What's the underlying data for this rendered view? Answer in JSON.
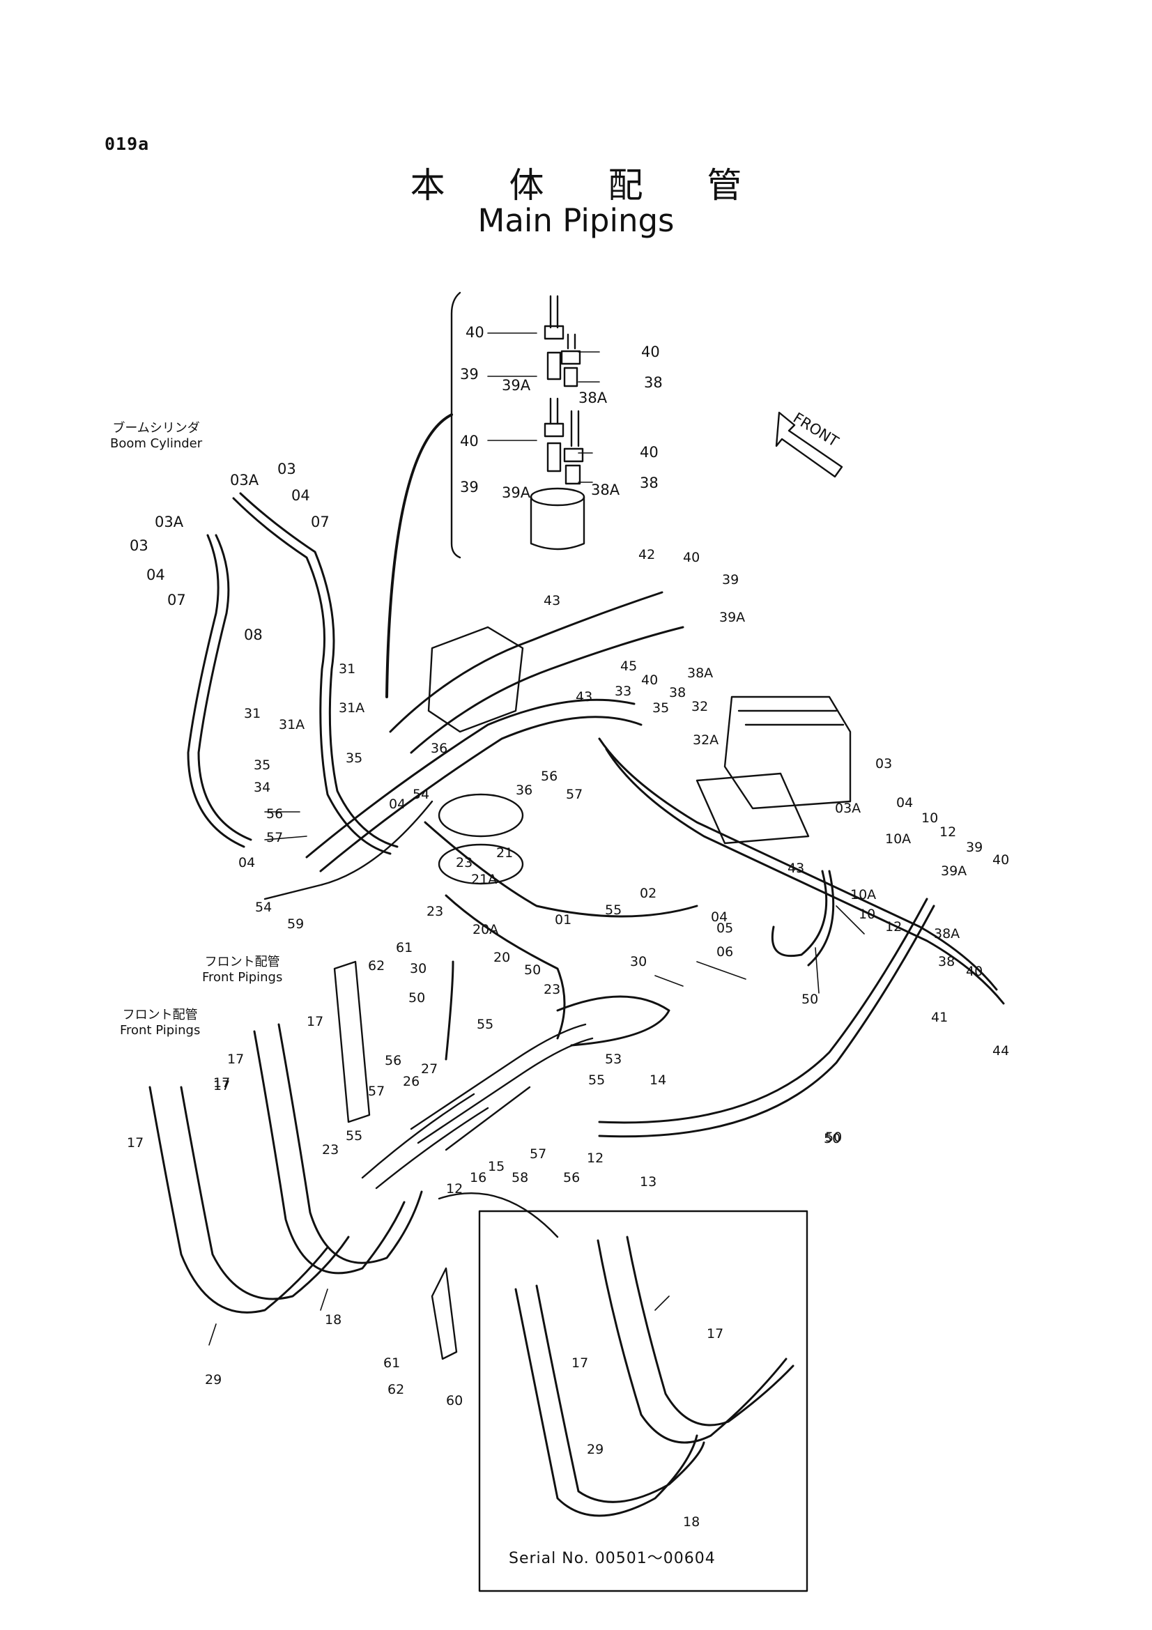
{
  "page_id": "019a",
  "title_jp": "本 体 配 管",
  "title_en": "Main Pipings",
  "captions": {
    "boom_cylinder_jp": "ブームシリンダ",
    "boom_cylinder_en": "Boom Cylinder",
    "front_pipings_1_jp": "フロント配管",
    "front_pipings_1_en": "Front Pipings",
    "front_pipings_2_jp": "フロント配管",
    "front_pipings_2_en": "Front Pipings"
  },
  "front_marker": "FRONT",
  "serial_note": "Serial No. 00501～00604",
  "part_labels": {
    "detail": [
      "40",
      "39",
      "39A",
      "40",
      "38",
      "38A",
      "40",
      "39",
      "39A",
      "40",
      "38",
      "38A"
    ],
    "boom": [
      "03",
      "03A",
      "04",
      "03A",
      "03",
      "04",
      "07",
      "07",
      "08"
    ],
    "center": [
      "31",
      "31A",
      "31",
      "31A",
      "35",
      "35",
      "34",
      "36",
      "36",
      "56",
      "57",
      "54",
      "04",
      "56",
      "57",
      "04",
      "54",
      "43",
      "42",
      "40",
      "39",
      "39A",
      "45",
      "40",
      "38A",
      "38",
      "33",
      "35",
      "32",
      "32A",
      "43",
      "23",
      "21",
      "21A",
      "20A",
      "20",
      "01",
      "55",
      "02",
      "04",
      "05",
      "06",
      "03",
      "03A",
      "04",
      "10",
      "10A",
      "12",
      "10A",
      "10",
      "12",
      "39",
      "39A",
      "40",
      "38A",
      "38",
      "40",
      "41",
      "44",
      "50",
      "43",
      "50"
    ],
    "lower": [
      "59",
      "61",
      "62",
      "23",
      "30",
      "50",
      "30",
      "50",
      "23",
      "55",
      "53",
      "55",
      "14",
      "13",
      "56",
      "57",
      "26",
      "27",
      "23",
      "55",
      "12",
      "12",
      "16",
      "15",
      "58",
      "57",
      "56",
      "50",
      "18",
      "61",
      "62",
      "60"
    ],
    "front_left": [
      "17",
      "17",
      "17",
      "17",
      "17",
      "29"
    ],
    "inset": [
      "17",
      "17",
      "29",
      "18"
    ]
  }
}
